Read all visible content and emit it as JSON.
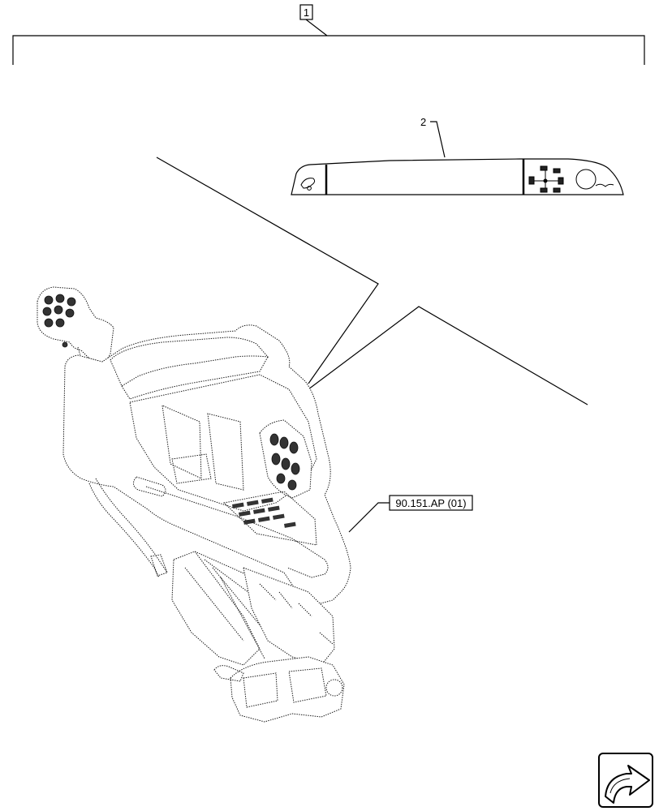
{
  "callouts": {
    "item_1": "1",
    "item_2": "2"
  },
  "reference": {
    "label": "90.151.AP (01)"
  },
  "icons": {
    "nav_corner": "next-page-arrow-icon"
  }
}
